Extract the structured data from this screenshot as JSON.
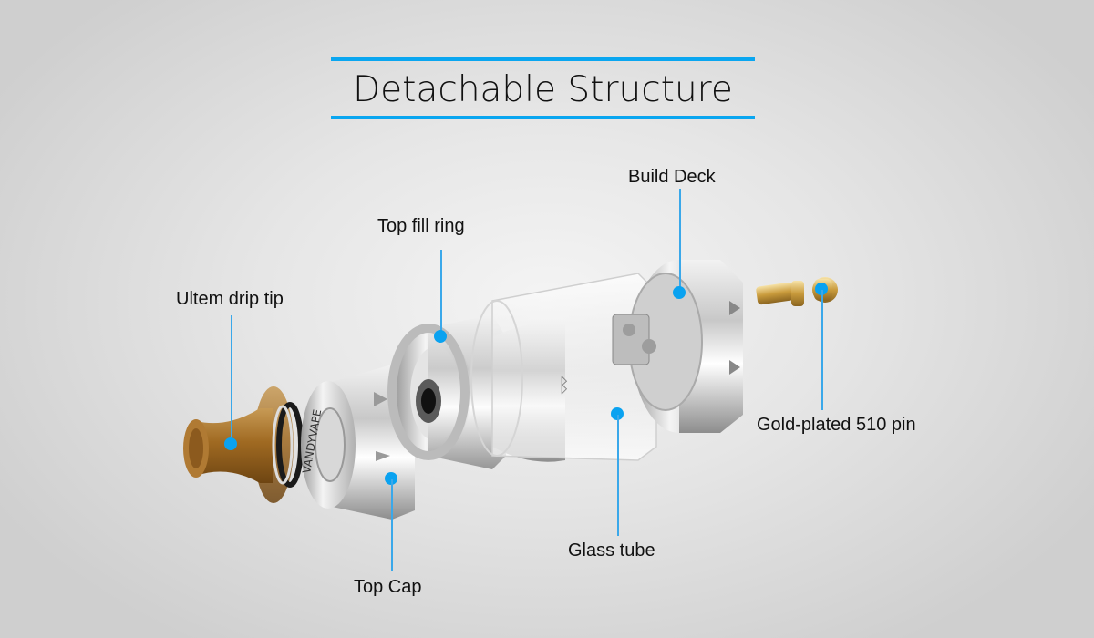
{
  "title": "Detachable Structure",
  "accent_color": "#0aa6f0",
  "callouts": [
    {
      "id": "build-deck",
      "label": "Build Deck"
    },
    {
      "id": "top-fill-ring",
      "label": "Top fill ring"
    },
    {
      "id": "ultem-drip-tip",
      "label": "Ultem drip tip"
    },
    {
      "id": "gold-plated-510-pin",
      "label": "Gold-plated 510 pin"
    },
    {
      "id": "glass-tube",
      "label": "Glass tube"
    },
    {
      "id": "top-cap",
      "label": "Top Cap"
    }
  ],
  "engravings": {
    "top_cap": "VANDYVAPE"
  }
}
